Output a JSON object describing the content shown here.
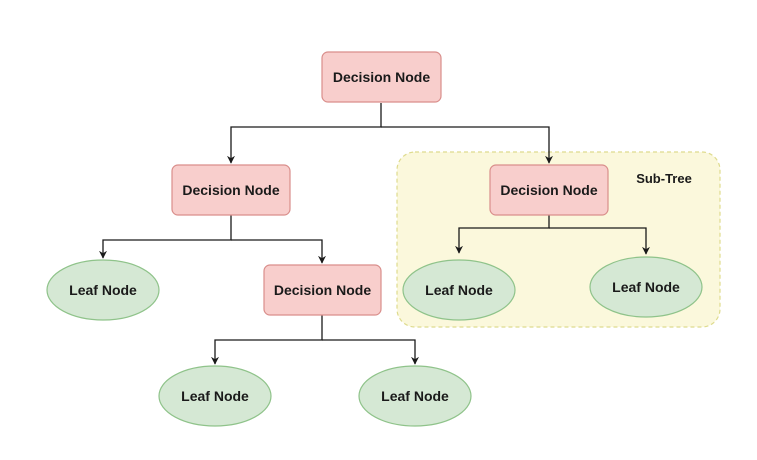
{
  "colors": {
    "decision_fill": "#f8cecc",
    "decision_stroke": "#d98e8b",
    "leaf_fill": "#d5e8d4",
    "leaf_stroke": "#8fc38a",
    "subtree_fill": "#fbf8dc",
    "subtree_stroke": "#dedb8e",
    "edge": "#1a1a1a"
  },
  "subtree": {
    "label": "Sub-Tree"
  },
  "nodes": {
    "root": {
      "label": "Decision Node",
      "kind": "decision"
    },
    "left_decision": {
      "label": "Decision Node",
      "kind": "decision"
    },
    "right_decision": {
      "label": "Decision Node",
      "kind": "decision"
    },
    "inner_decision": {
      "label": "Decision Node",
      "kind": "decision"
    },
    "leaf_left": {
      "label": "Leaf Node",
      "kind": "leaf"
    },
    "leaf_bottom_left": {
      "label": "Leaf Node",
      "kind": "leaf"
    },
    "leaf_bottom_right": {
      "label": "Leaf Node",
      "kind": "leaf"
    },
    "leaf_subtree_left": {
      "label": "Leaf Node",
      "kind": "leaf"
    },
    "leaf_subtree_right": {
      "label": "Leaf Node",
      "kind": "leaf"
    }
  },
  "edges": [
    {
      "from": "root",
      "to": "left_decision"
    },
    {
      "from": "root",
      "to": "right_decision"
    },
    {
      "from": "left_decision",
      "to": "leaf_left"
    },
    {
      "from": "left_decision",
      "to": "inner_decision"
    },
    {
      "from": "inner_decision",
      "to": "leaf_bottom_left"
    },
    {
      "from": "inner_decision",
      "to": "leaf_bottom_right"
    },
    {
      "from": "right_decision",
      "to": "leaf_subtree_left"
    },
    {
      "from": "right_decision",
      "to": "leaf_subtree_right"
    }
  ]
}
